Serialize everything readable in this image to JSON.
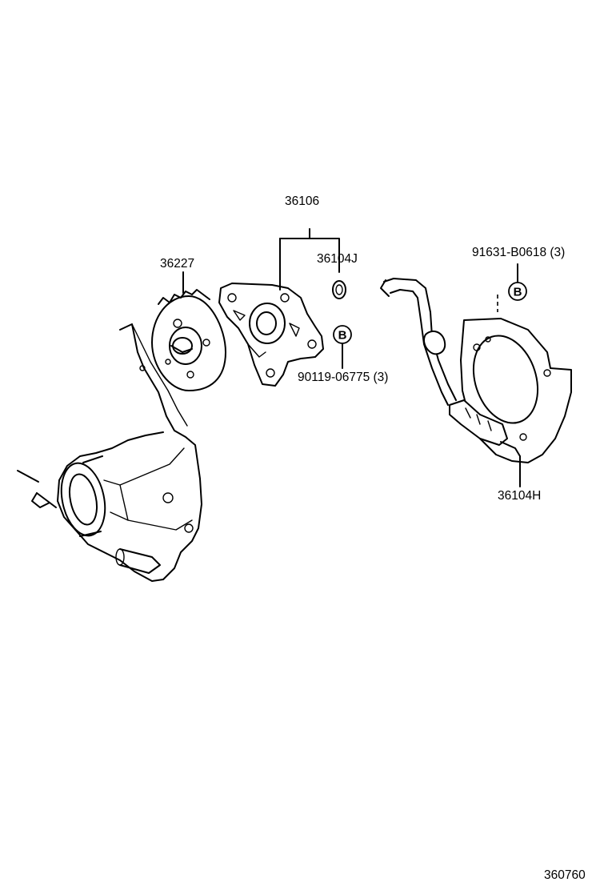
{
  "parts": [
    {
      "id": "p36106",
      "number": "36106"
    },
    {
      "id": "p36104J",
      "number": "36104J"
    },
    {
      "id": "p36227",
      "number": "36227"
    },
    {
      "id": "p90119",
      "number": "90119-06775 (3)"
    },
    {
      "id": "p91631",
      "number": "91631-B0618 (3)"
    },
    {
      "id": "p36104H",
      "number": "36104H"
    }
  ],
  "callouts": {
    "bolt_marker_left": "B",
    "bolt_marker_right": "B"
  },
  "diagram_id": "360760"
}
